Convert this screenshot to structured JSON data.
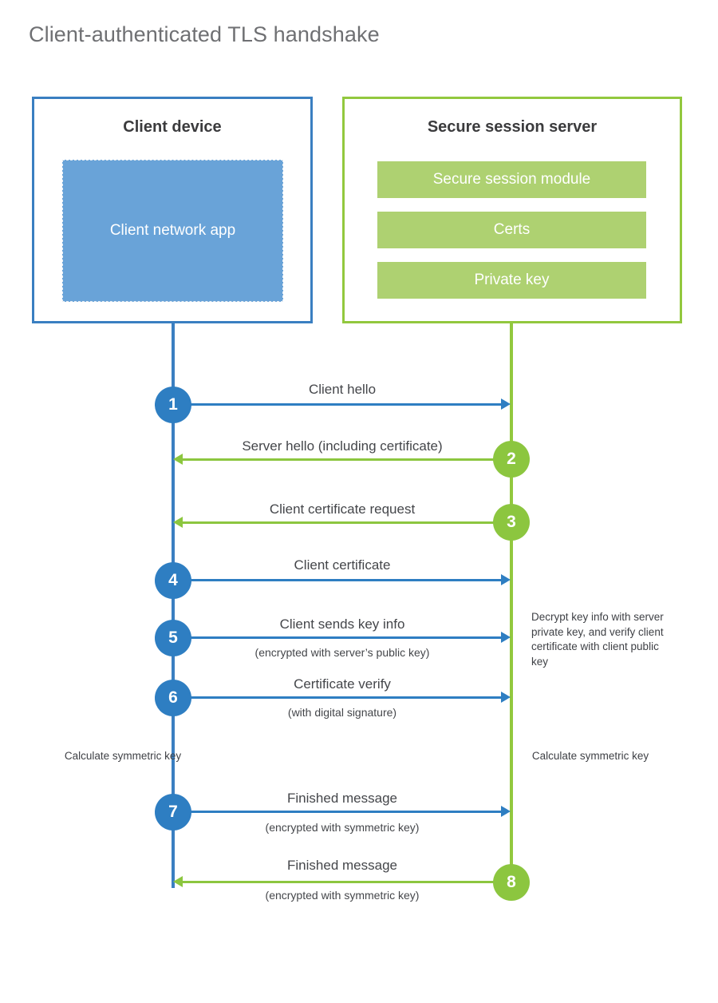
{
  "title": "Client-authenticated TLS handshake",
  "colors": {
    "client_blue": "#2e7ec2",
    "client_box_border": "#3a7fc1",
    "client_app_fill": "#69a3d8",
    "server_green": "#8cc63f",
    "server_box_border": "#92c83e",
    "server_bar_fill": "#aed171",
    "text_dark": "#44464a",
    "title_gray": "#6f7073"
  },
  "client": {
    "title": "Client device",
    "app_label": "Client network app"
  },
  "server": {
    "title": "Secure session server",
    "bars": [
      "Secure session module",
      "Certs",
      "Private key"
    ]
  },
  "steps": [
    {
      "number": "1",
      "label": "Client hello",
      "sub": "",
      "direction": "client-to-server",
      "side": "client"
    },
    {
      "number": "2",
      "label": "Server hello (including certificate)",
      "sub": "",
      "direction": "server-to-client",
      "side": "server"
    },
    {
      "number": "3",
      "label": "Client certificate request",
      "sub": "",
      "direction": "server-to-client",
      "side": "server"
    },
    {
      "number": "4",
      "label": "Client certificate",
      "sub": "",
      "direction": "client-to-server",
      "side": "client"
    },
    {
      "number": "5",
      "label": "Client sends key info",
      "sub": "(encrypted with server’s public key)",
      "direction": "client-to-server",
      "side": "client"
    },
    {
      "number": "6",
      "label": "Certificate verify",
      "sub": "(with digital signature)",
      "direction": "client-to-server",
      "side": "client"
    },
    {
      "number": "7",
      "label": "Finished message",
      "sub": "(encrypted with symmetric key)",
      "direction": "client-to-server",
      "side": "client"
    },
    {
      "number": "8",
      "label": "Finished message",
      "sub": "(encrypted with symmetric key)",
      "direction": "server-to-client",
      "side": "server"
    }
  ],
  "notes": {
    "server_decrypt": "Decrypt key info with server private key, and verify client certificate with client public key",
    "client_calc": "Calculate symmetric key",
    "server_calc": "Calculate symmetric key"
  }
}
